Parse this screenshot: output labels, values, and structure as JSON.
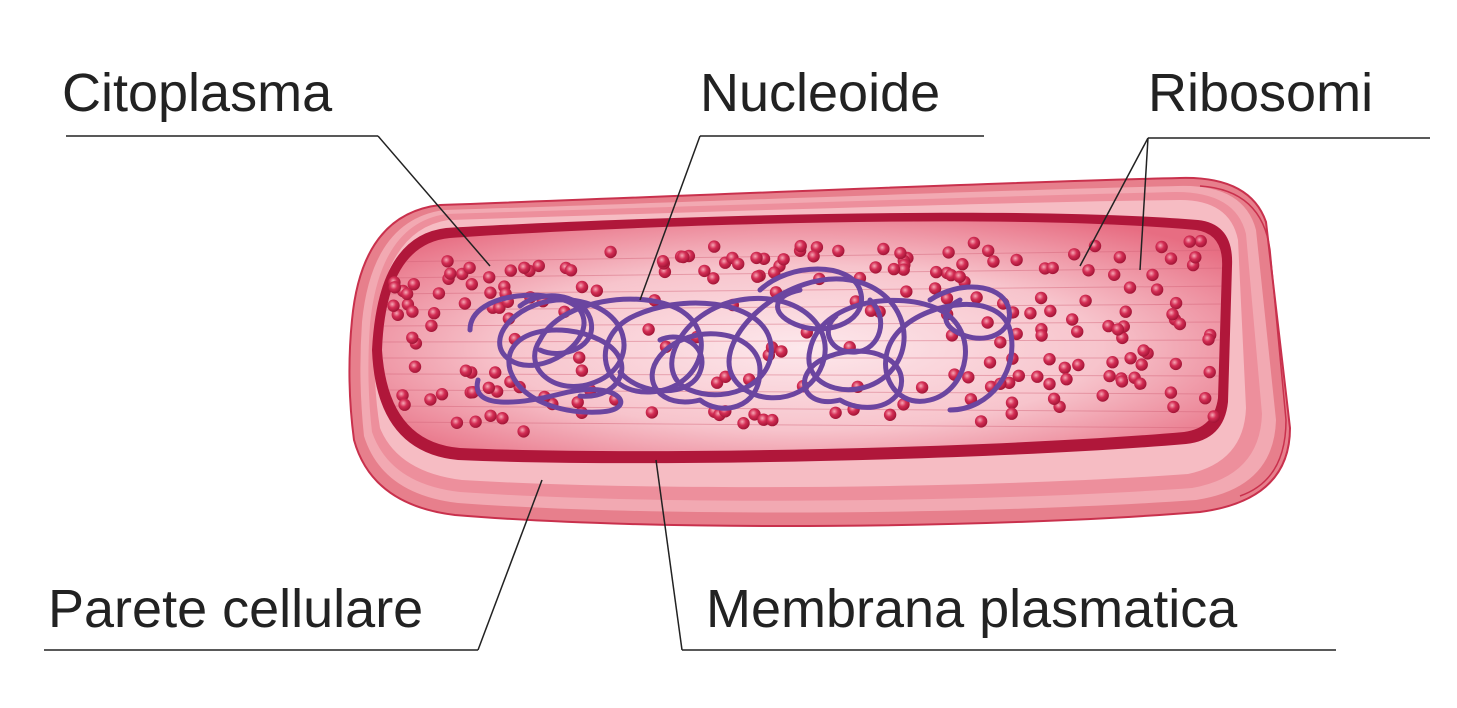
{
  "labels": {
    "cytoplasm": "Citoplasma",
    "nucleoid": "Nucleoide",
    "ribosomes": "Ribosomi",
    "cell_wall": "Parete cellulare",
    "plasma_membrane": "Membrana plasmatica"
  },
  "colors": {
    "wall_outer": "#e8848f",
    "wall_inner": "#f3b4bb",
    "membrane": "#b0173a",
    "cytoplasm_edge": "#e66c80",
    "cytoplasm_center": "#fbe2e6",
    "ribosome": "#c41e46",
    "nucleoid": "#6b45a0",
    "leader_line": "#222222",
    "text": "#222222"
  }
}
